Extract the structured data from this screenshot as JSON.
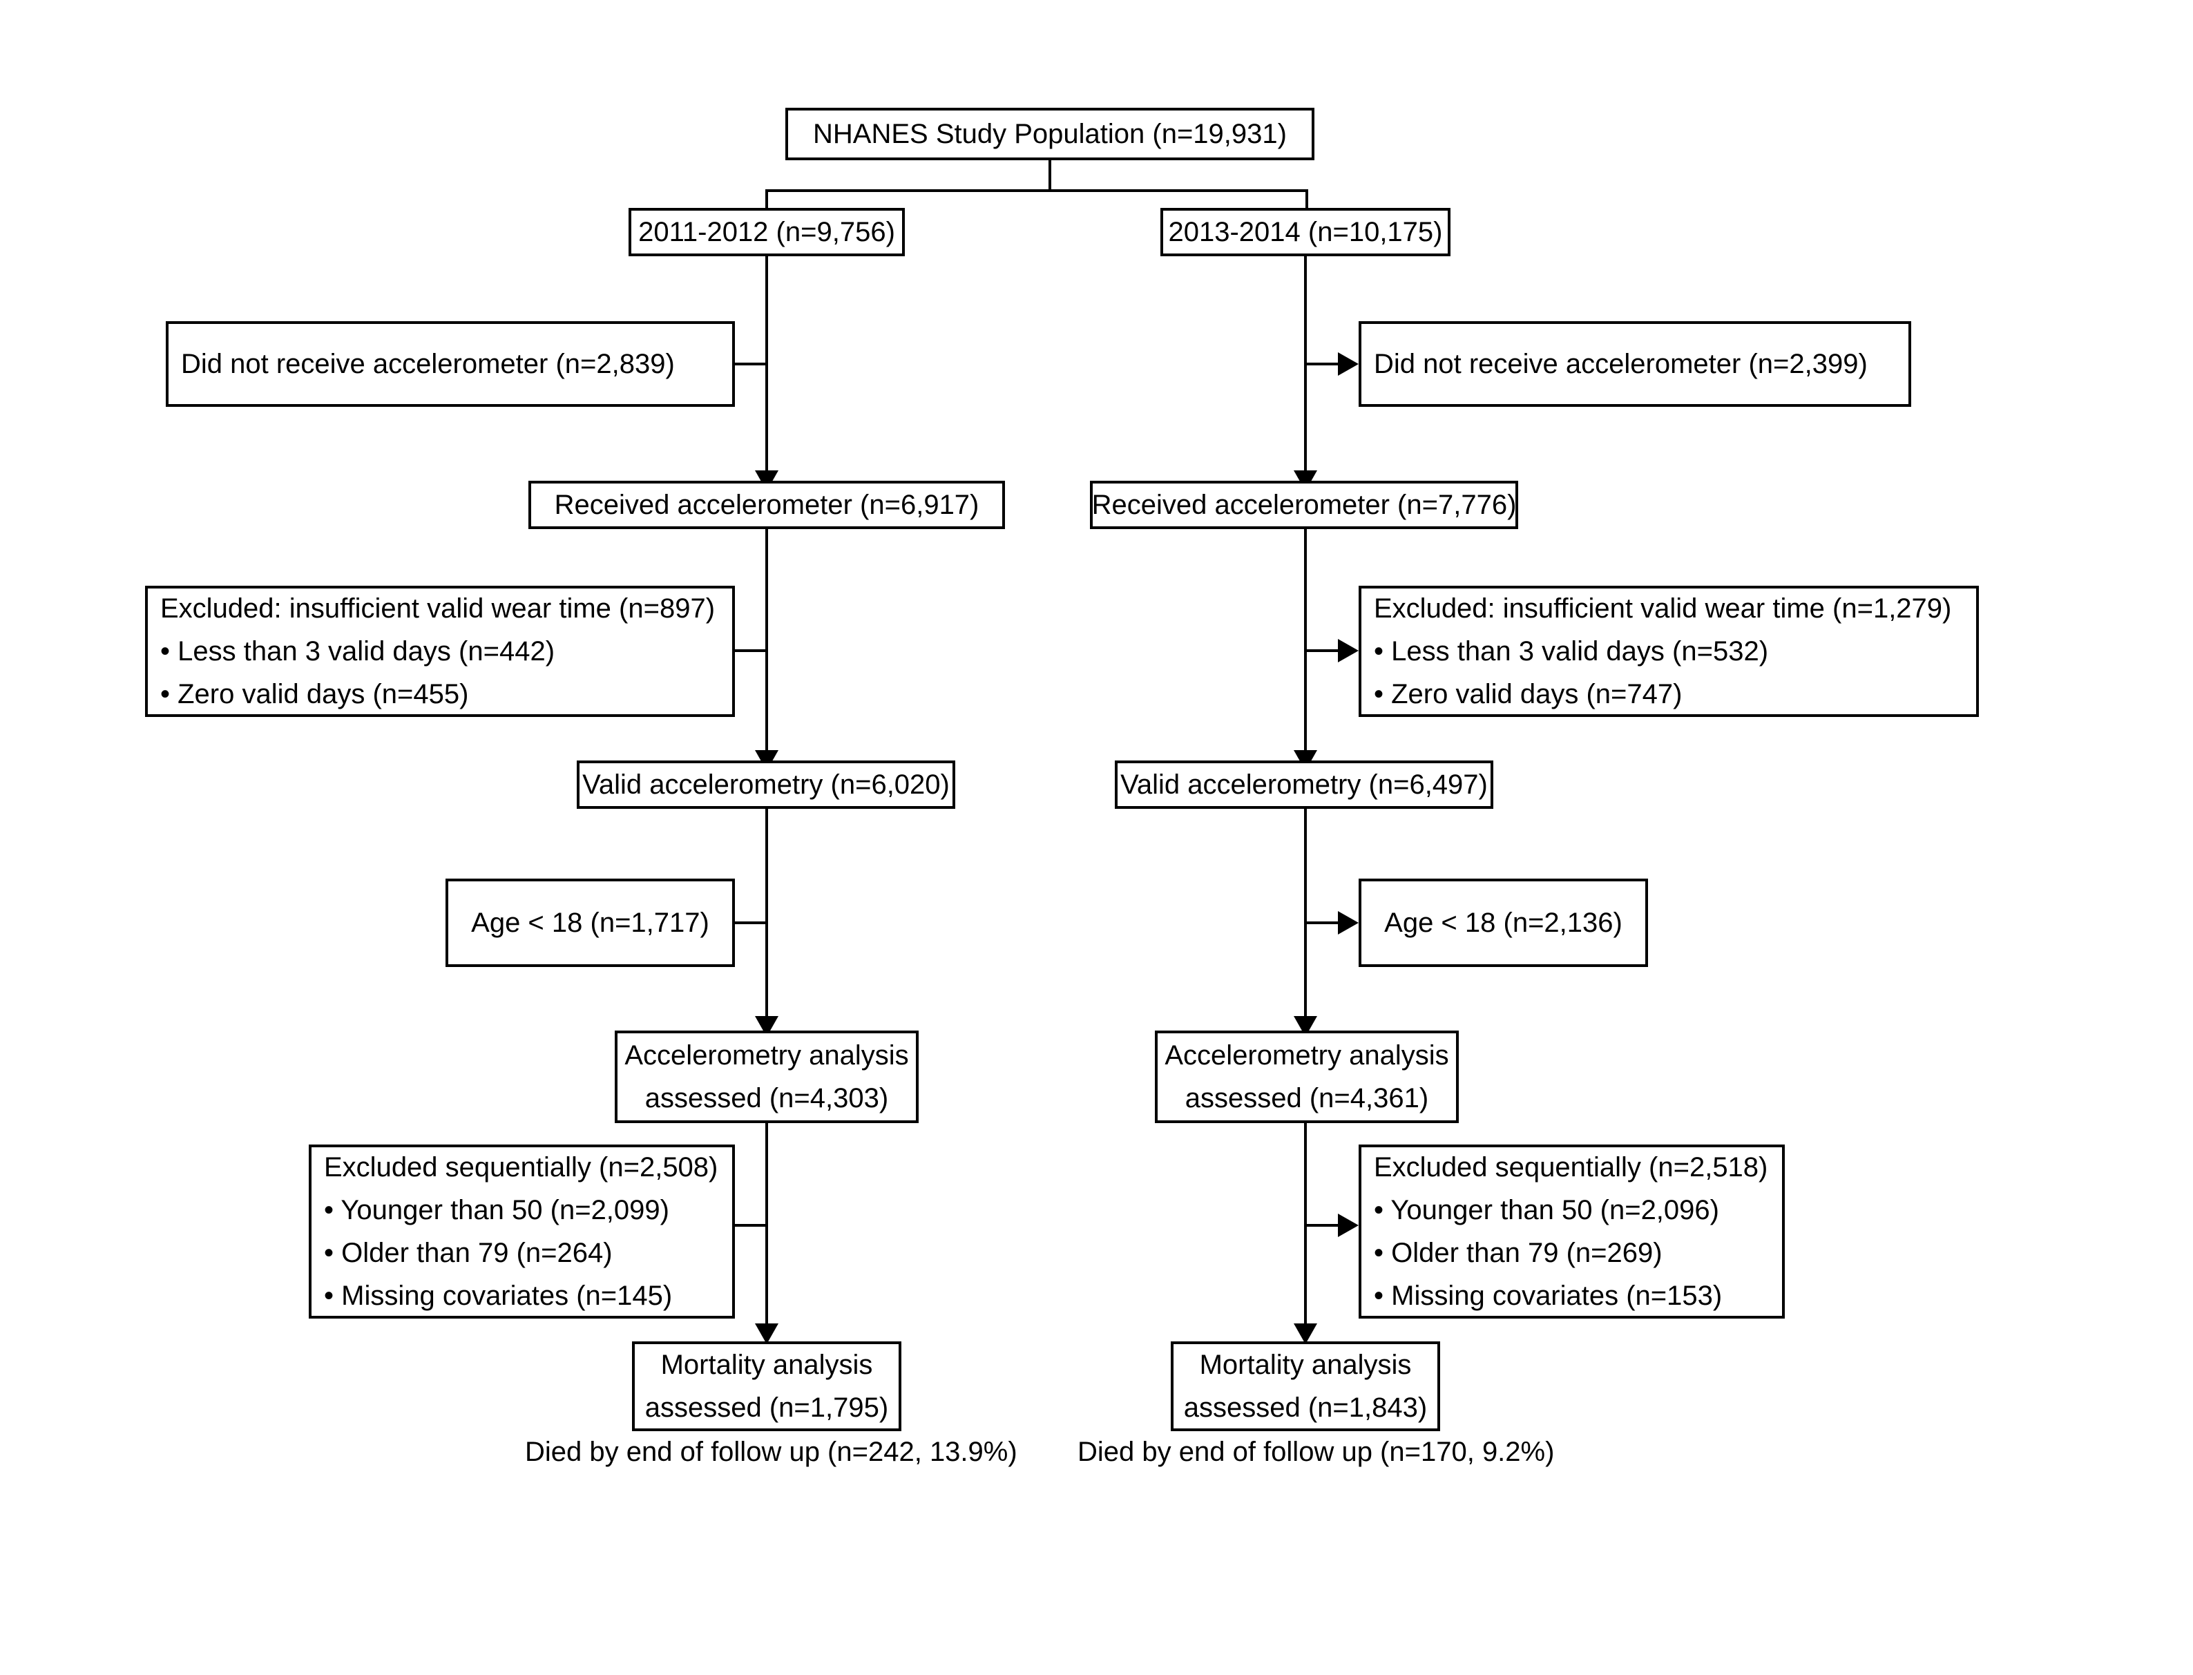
{
  "diagram": {
    "title": "NHANES Study Population Flow Diagram",
    "type": "flowchart",
    "colors": {
      "box_border": "#000000",
      "connector": "#000000",
      "background": "#ffffff",
      "text": "#000000"
    },
    "root": {
      "label": "NHANES Study Population (n=19,931)",
      "n": 19931
    },
    "branches": [
      {
        "id": "cycle-2011-2012",
        "cycle_label": "2011-2012 (n=9,756)",
        "cycle_n": 9756,
        "not_received": {
          "label": "Did not receive accelerometer (n=2,839)",
          "n": 2839
        },
        "received": {
          "label": "Received accelerometer (n=6,917)",
          "n": 6917
        },
        "excluded_wear_time": {
          "header": "Excluded: insufficient valid wear time (n=897)",
          "n": 897,
          "items": [
            "• Less than 3 valid days (n=442)",
            "• Zero valid days (n=455)"
          ]
        },
        "valid_accelerometry": {
          "label": "Valid accelerometry (n=6,020)",
          "n": 6020
        },
        "age_under_18": {
          "label": "Age < 18 (n=1,717)",
          "n": 1717
        },
        "accel_analysis": {
          "line1": "Accelerometry analysis",
          "line2": "assessed (n=4,303)",
          "n": 4303
        },
        "excluded_sequentially": {
          "header": "Excluded sequentially (n=2,508)",
          "n": 2508,
          "items": [
            "• Younger than 50 (n=2,099)",
            "• Older than 79 (n=264)",
            "• Missing covariates (n=145)"
          ]
        },
        "mortality_analysis": {
          "line1": "Mortality analysis",
          "line2": "assessed (n=1,795)",
          "n": 1795
        },
        "died": {
          "label": "Died by end of follow up (n=242, 13.9%)",
          "n": 242,
          "percent": "13.9%"
        }
      },
      {
        "id": "cycle-2013-2014",
        "cycle_label": "2013-2014 (n=10,175)",
        "cycle_n": 10175,
        "not_received": {
          "label": "Did not receive accelerometer (n=2,399)",
          "n": 2399
        },
        "received": {
          "label": "Received accelerometer (n=7,776)",
          "n": 7776
        },
        "excluded_wear_time": {
          "header": "Excluded: insufficient valid wear time (n=1,279)",
          "n": 1279,
          "items": [
            "• Less than 3 valid days (n=532)",
            "• Zero valid days (n=747)"
          ]
        },
        "valid_accelerometry": {
          "label": "Valid accelerometry (n=6,497)",
          "n": 6497
        },
        "age_under_18": {
          "label": "Age < 18 (n=2,136)",
          "n": 2136
        },
        "accel_analysis": {
          "line1": "Accelerometry analysis",
          "line2": "assessed (n=4,361)",
          "n": 4361
        },
        "excluded_sequentially": {
          "header": "Excluded sequentially (n=2,518)",
          "n": 2518,
          "items": [
            "• Younger than 50 (n=2,096)",
            "• Older than 79 (n=269)",
            "• Missing covariates (n=153)"
          ]
        },
        "mortality_analysis": {
          "line1": "Mortality analysis",
          "line2": "assessed (n=1,843)",
          "n": 1843
        },
        "died": {
          "label": "Died by end of follow up (n=170, 9.2%)",
          "n": 170,
          "percent": "9.2%"
        }
      }
    ]
  }
}
